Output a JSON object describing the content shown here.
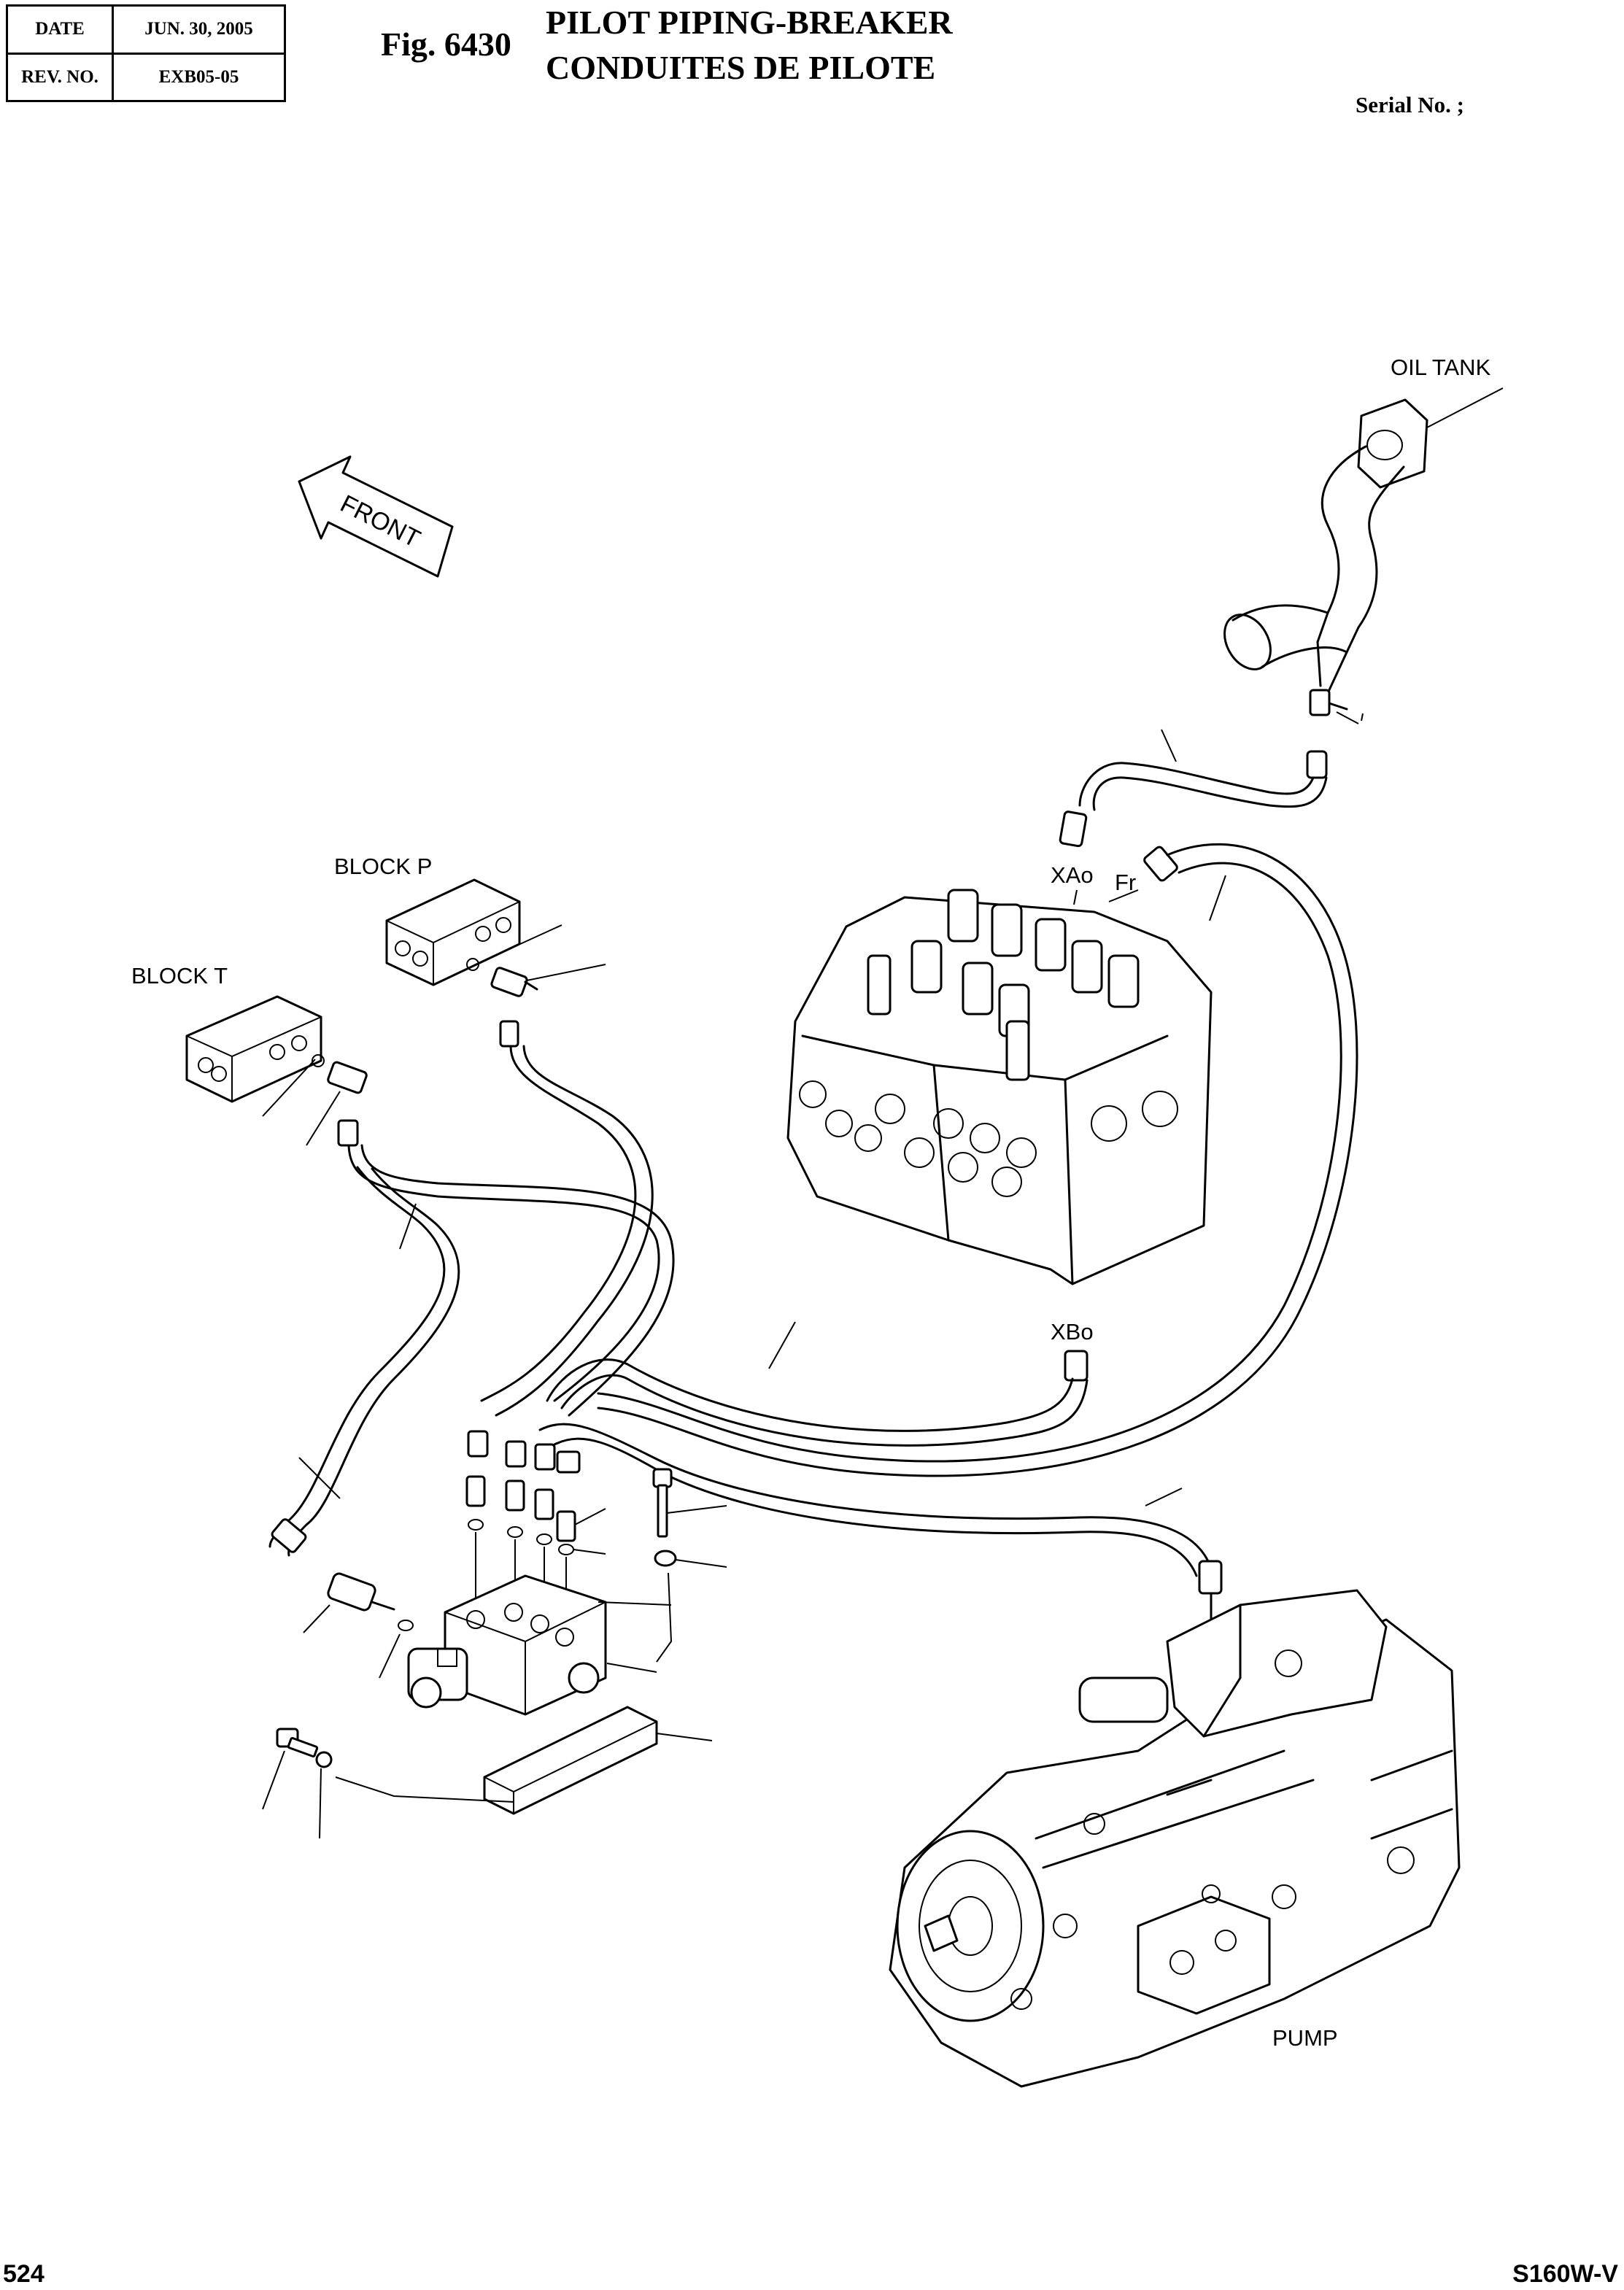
{
  "header": {
    "date_label": "DATE",
    "date_value": "JUN. 30, 2005",
    "rev_label": "REV. NO.",
    "rev_value": "EXB05-05",
    "fig_number": "Fig. 6430",
    "title_en": "PILOT PIPING-BREAKER",
    "title_fr": "CONDUITES DE PILOTE",
    "serial": "Serial No. ;"
  },
  "diagram": {
    "front_arrow": "FRONT",
    "labels": {
      "oil_tank": "OIL TANK",
      "block_p": "BLOCK P",
      "block_t": "BLOCK T",
      "xao": "XAo",
      "fr": "Fr",
      "xbo": "XBo",
      "pump": "PUMP"
    }
  },
  "footer": {
    "page_number": "524",
    "model": "S160W-V"
  }
}
